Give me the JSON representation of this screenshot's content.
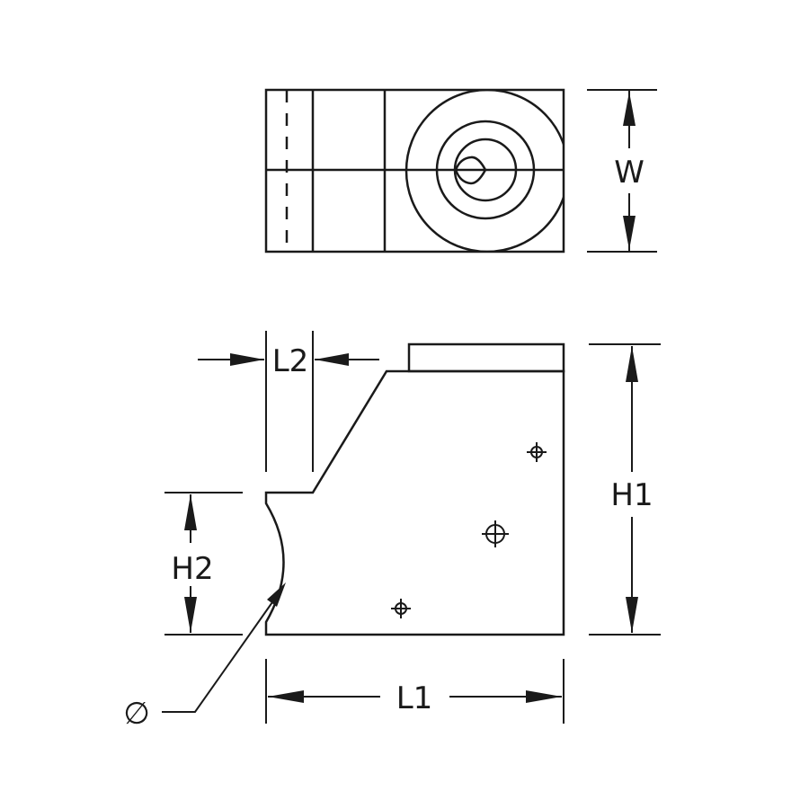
{
  "labels": {
    "width": "W",
    "length_2": "L2",
    "height_1": "H1",
    "height_2": "H2",
    "length_1": "L1",
    "diameter": "∅"
  },
  "colors": {
    "line": "#1a1a1a",
    "background": "#ffffff"
  }
}
